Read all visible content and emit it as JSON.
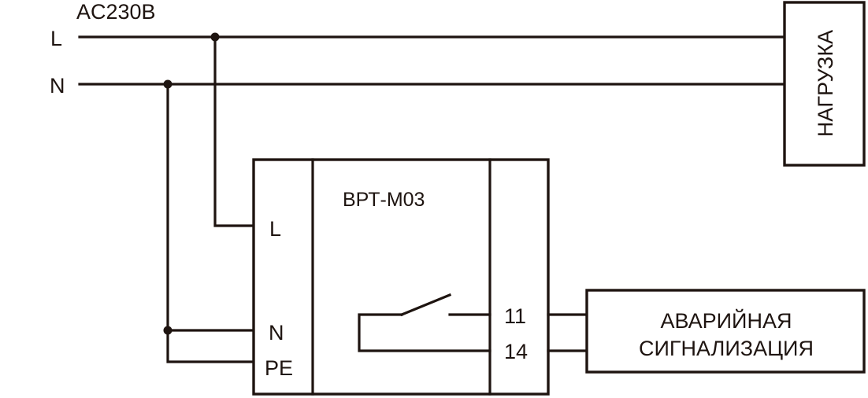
{
  "diagram": {
    "supply_label": "AC230B",
    "line_labels": {
      "phase": "L",
      "neutral": "N"
    },
    "load": {
      "label": "НАГРУЗКА"
    },
    "device": {
      "model": "ВРТ-М03",
      "input_terminals": {
        "phase": "L",
        "neutral": "N",
        "earth": "PE"
      },
      "output_terminals": {
        "common": "11",
        "no": "14"
      }
    },
    "alarm": {
      "line1": "АВАРИЙНАЯ",
      "line2": "СИГНАЛИЗАЦИЯ"
    },
    "colors": {
      "ink": "#1e1410",
      "background": "#ffffff"
    }
  }
}
